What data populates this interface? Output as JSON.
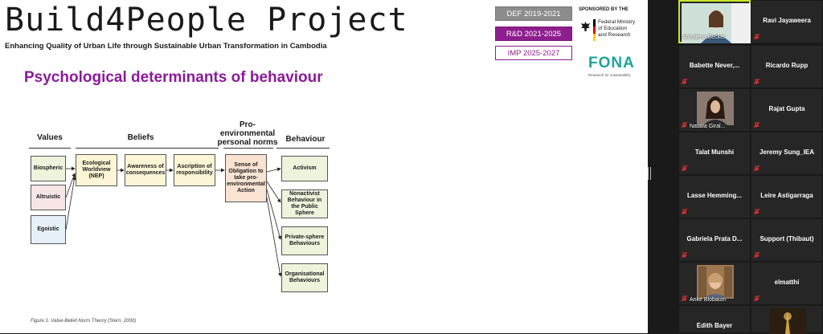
{
  "slide": {
    "title": "Build4People Project",
    "subtitle": "Enhancing Quality of Urban Life through Sustainable Urban Transformation in Cambodia",
    "heading": "Psychological determinants of behaviour",
    "phases": {
      "def": "DEF 2019-2021",
      "rd": "R&D 2021-2025",
      "imp": "IMP 2025-2027"
    },
    "sponsor": {
      "header": "SPONSORED BY THE",
      "ministry_lines": [
        "Federal Ministry",
        "of Education",
        "and Research"
      ],
      "fona": "FONA",
      "fona_sub": "Research for sustainability"
    },
    "diagram": {
      "headers": {
        "values": "Values",
        "beliefs": "Beliefs",
        "norms": "Pro-environmental personal norms",
        "behaviour": "Behaviour"
      },
      "values": [
        "Biospheric",
        "Altruistic",
        "Egoistic"
      ],
      "beliefs": [
        "Ecological Worldview (NEP)",
        "Awareness of consequences",
        "Ascription of responsibility"
      ],
      "norm": "Sense of Obligation to take pro-environmental Action",
      "behaviours": [
        "Activism",
        "Nonactivist Behaviour in the Public Sphere",
        "Private-sphere Behaviours",
        "Organisational Behaviours"
      ]
    },
    "caption": "Figure 1: Value-Belief-Norm Theory (Stern, 2000)"
  },
  "participants": [
    {
      "name": "Annalena Becker",
      "video": true,
      "active": true
    },
    {
      "name": "Ravi Jayaweera",
      "video": false
    },
    {
      "name": "Babette Never,...",
      "video": false
    },
    {
      "name": "Ricardo Rupp",
      "video": false
    },
    {
      "name": "Natalia Giral...",
      "video": true
    },
    {
      "name": "Rajat Gupta",
      "video": false
    },
    {
      "name": "Talat Munshi",
      "video": false
    },
    {
      "name": "Jeremy Sung_IEA",
      "video": false
    },
    {
      "name": "Lasse Hemming...",
      "video": false
    },
    {
      "name": "Leire Astigarraga",
      "video": false
    },
    {
      "name": "Gabriela Prata D...",
      "video": false
    },
    {
      "name": "Support (Thibaut)",
      "video": false
    },
    {
      "name": "Anke Blobaum",
      "video": true
    },
    {
      "name": "elmatthi",
      "video": false
    },
    {
      "name": "Edith Bayer",
      "video": false
    },
    {
      "name": "",
      "video": true
    }
  ],
  "colors": {
    "accent_purple": "#8e1e8e",
    "fona_teal": "#1ea49a",
    "active_speaker": "#c8e62a",
    "muted_mic": "#e03030"
  }
}
